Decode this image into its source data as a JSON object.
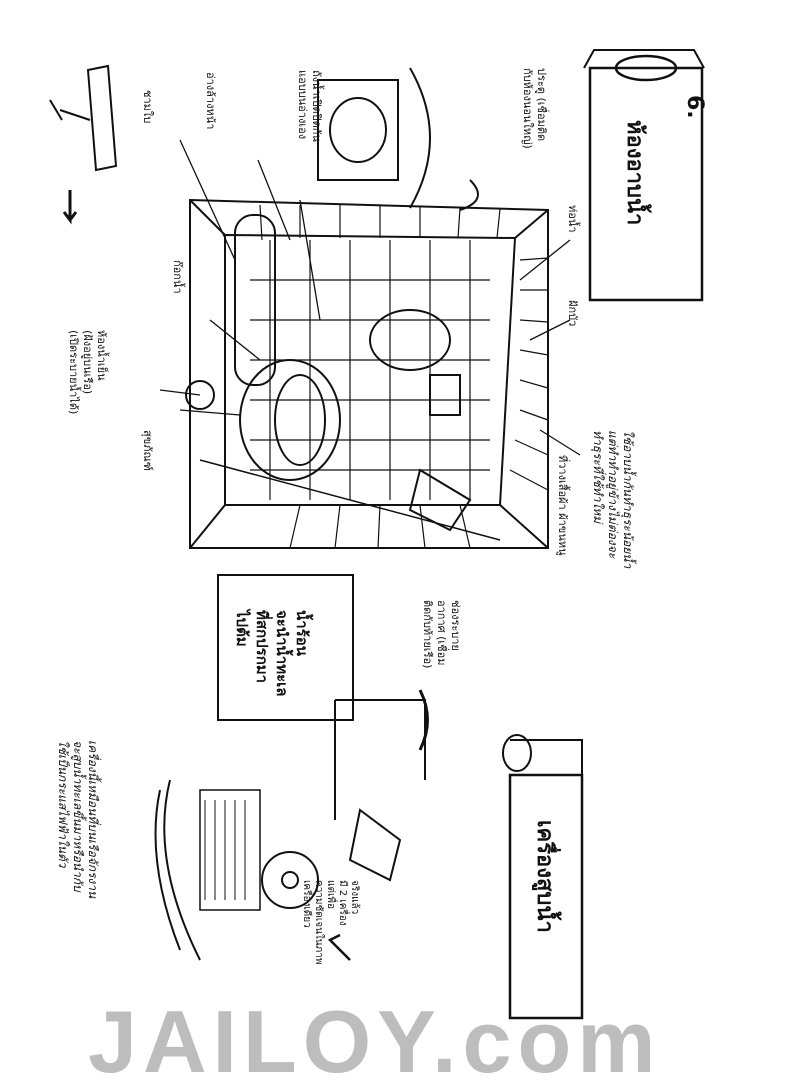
{
  "section_number": "6.",
  "bathroom": {
    "title": "ห้องอาบน้ำ",
    "note": "ใช้อาบน้ำกันทำธุระน้อยน้ำ\nแต่ทำทำอยู่ข้างไม่ต่องจะ\nทำธุระที่ใช้ทำใหม่",
    "labels": {
      "pipe": "ท่อน้ำ",
      "shower": "ฝักบัว",
      "clothes_rack": "ที่วางเสื้อผ้า ผ้าขนหนู",
      "vent": "ช่องระบาย\nอากาศ (เชื่อม\nติดกับท้ายเรือ)",
      "door": "ประตู (เชื่อมติด\nกับห้องนอนใหญ่)",
      "tank": "ถังน้ำเปิดปิดกัน\nแอบบนอ่างเอง",
      "basin": "อ่างล้างหน้า",
      "faucet": "ก๊อกน้ำ",
      "bowl": "ชามใบ",
      "toilet": "สุขภัณฑ์",
      "porthole": "ห้องน้ำเย็น\n(ฝังอยู่บนเรือ)\n(เปิดระบายน้ำได้)"
    },
    "hot_water_box": "น้ำร้อน\nจะนำน้ำทะเล\nที่สกปรกมา\nไปต้ม"
  },
  "pump": {
    "title": "เครื่องสูบน้ำ",
    "note": "เครื่องนี้เหมือนที่บนเรือจักรงาน\nจะสูบน้ำทะเลขึ้นมาหรือนำกับ\nใช้เป็นกระแสไฟฟ้าในตัว",
    "caption": "จริงแล้ว\nมี 2 เครื่อง\nแต่เพื่อ\nความชัดเจนในภาพ\nเครื่องเดียว"
  },
  "watermark": "JAILOY.com"
}
